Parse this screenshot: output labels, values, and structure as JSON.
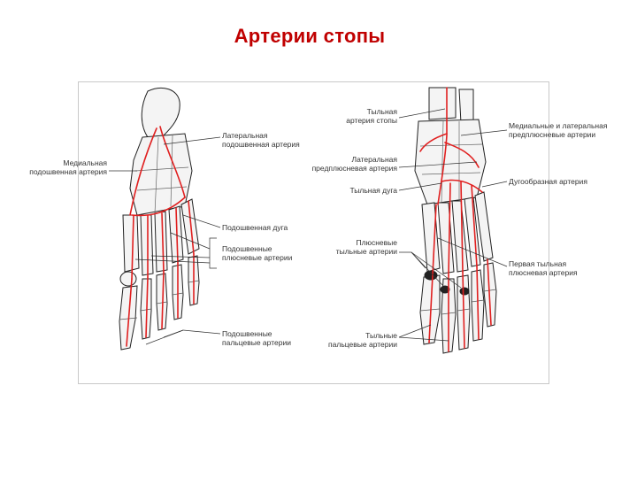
{
  "title": "Артерии стопы",
  "colors": {
    "title": "#c00000",
    "artery": "#e02020",
    "bone": "#f4f4f4",
    "outline": "#222222"
  },
  "labels": {
    "plantar": {
      "lateral_plantar": "Латеральная\nподошвенная артерия",
      "medial_plantar": "Медиальная\nподошвенная артерия",
      "plantar_arch": "Подошвенная дуга",
      "plantar_metatarsal": "Подошвенные\nплюсневые артерии",
      "plantar_digital": "Подошвенные\nпальцевые артерии"
    },
    "dorsal": {
      "dorsalis_pedis": "Тыльная\nартерия стопы",
      "lateral_tarsal": "Латеральная\nпредплюсневая артерия",
      "dorsal_arch": "Тыльная дуга",
      "dorsal_metatarsal": "Плюсневые\nтыльные артерии",
      "dorsal_digital": "Тыльные\nпальцевые артерии",
      "med_lat_tarsal": "Медиальные и латеральная\nпредплюсневые артерии",
      "arcuate": "Дугообразная артерия",
      "first_dorsal_metatarsal": "Первая тыльная\nплюсневая артерия"
    }
  }
}
